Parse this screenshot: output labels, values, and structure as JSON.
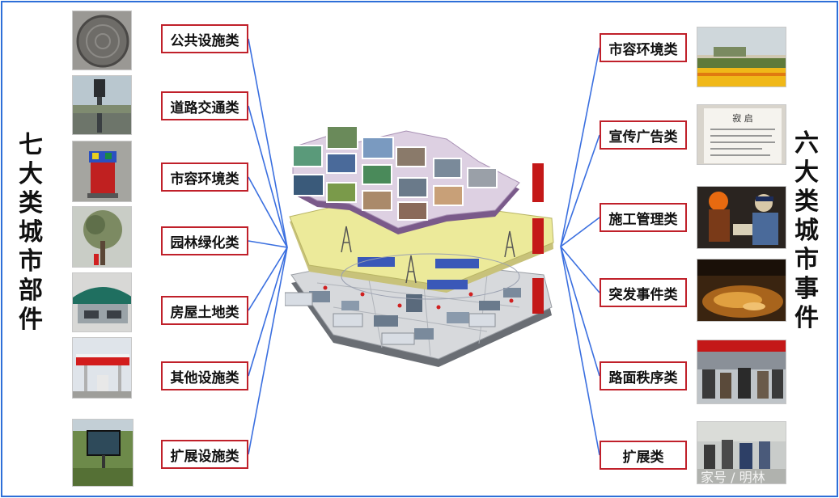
{
  "left_title": [
    "七",
    "大",
    "类",
    "城",
    "市",
    "部",
    "件"
  ],
  "right_title": [
    "六",
    "大",
    "类",
    "城",
    "市",
    "事",
    "件"
  ],
  "left_categories": [
    "公共设施类",
    "道路交通类",
    "市容环境类",
    "园林绿化类",
    "房屋土地类",
    "其他设施类",
    "扩展设施类"
  ],
  "right_categories": [
    "市容环境类",
    "宣传广告类",
    "施工管理类",
    "突发事件类",
    "路面秩序类",
    "扩展类"
  ],
  "left_thumbs": [
    "manhole-cover-photo",
    "traffic-signal-photo",
    "trash-bin-photo",
    "tree-photo",
    "covered-parking-photo",
    "gas-station-photo",
    "signboard-photo"
  ],
  "right_thumbs": [
    "roadside-flowers-photo",
    "posted-notice-photo",
    "construction-workers-photo",
    "flooding-photo",
    "street-vendors-photo",
    "street-crowd-photo"
  ],
  "watermark_text": "家号 / 明林",
  "colors": {
    "frame": "#2e6fd8",
    "box_border": "#c0202a",
    "connector": "#3a6fe0"
  }
}
